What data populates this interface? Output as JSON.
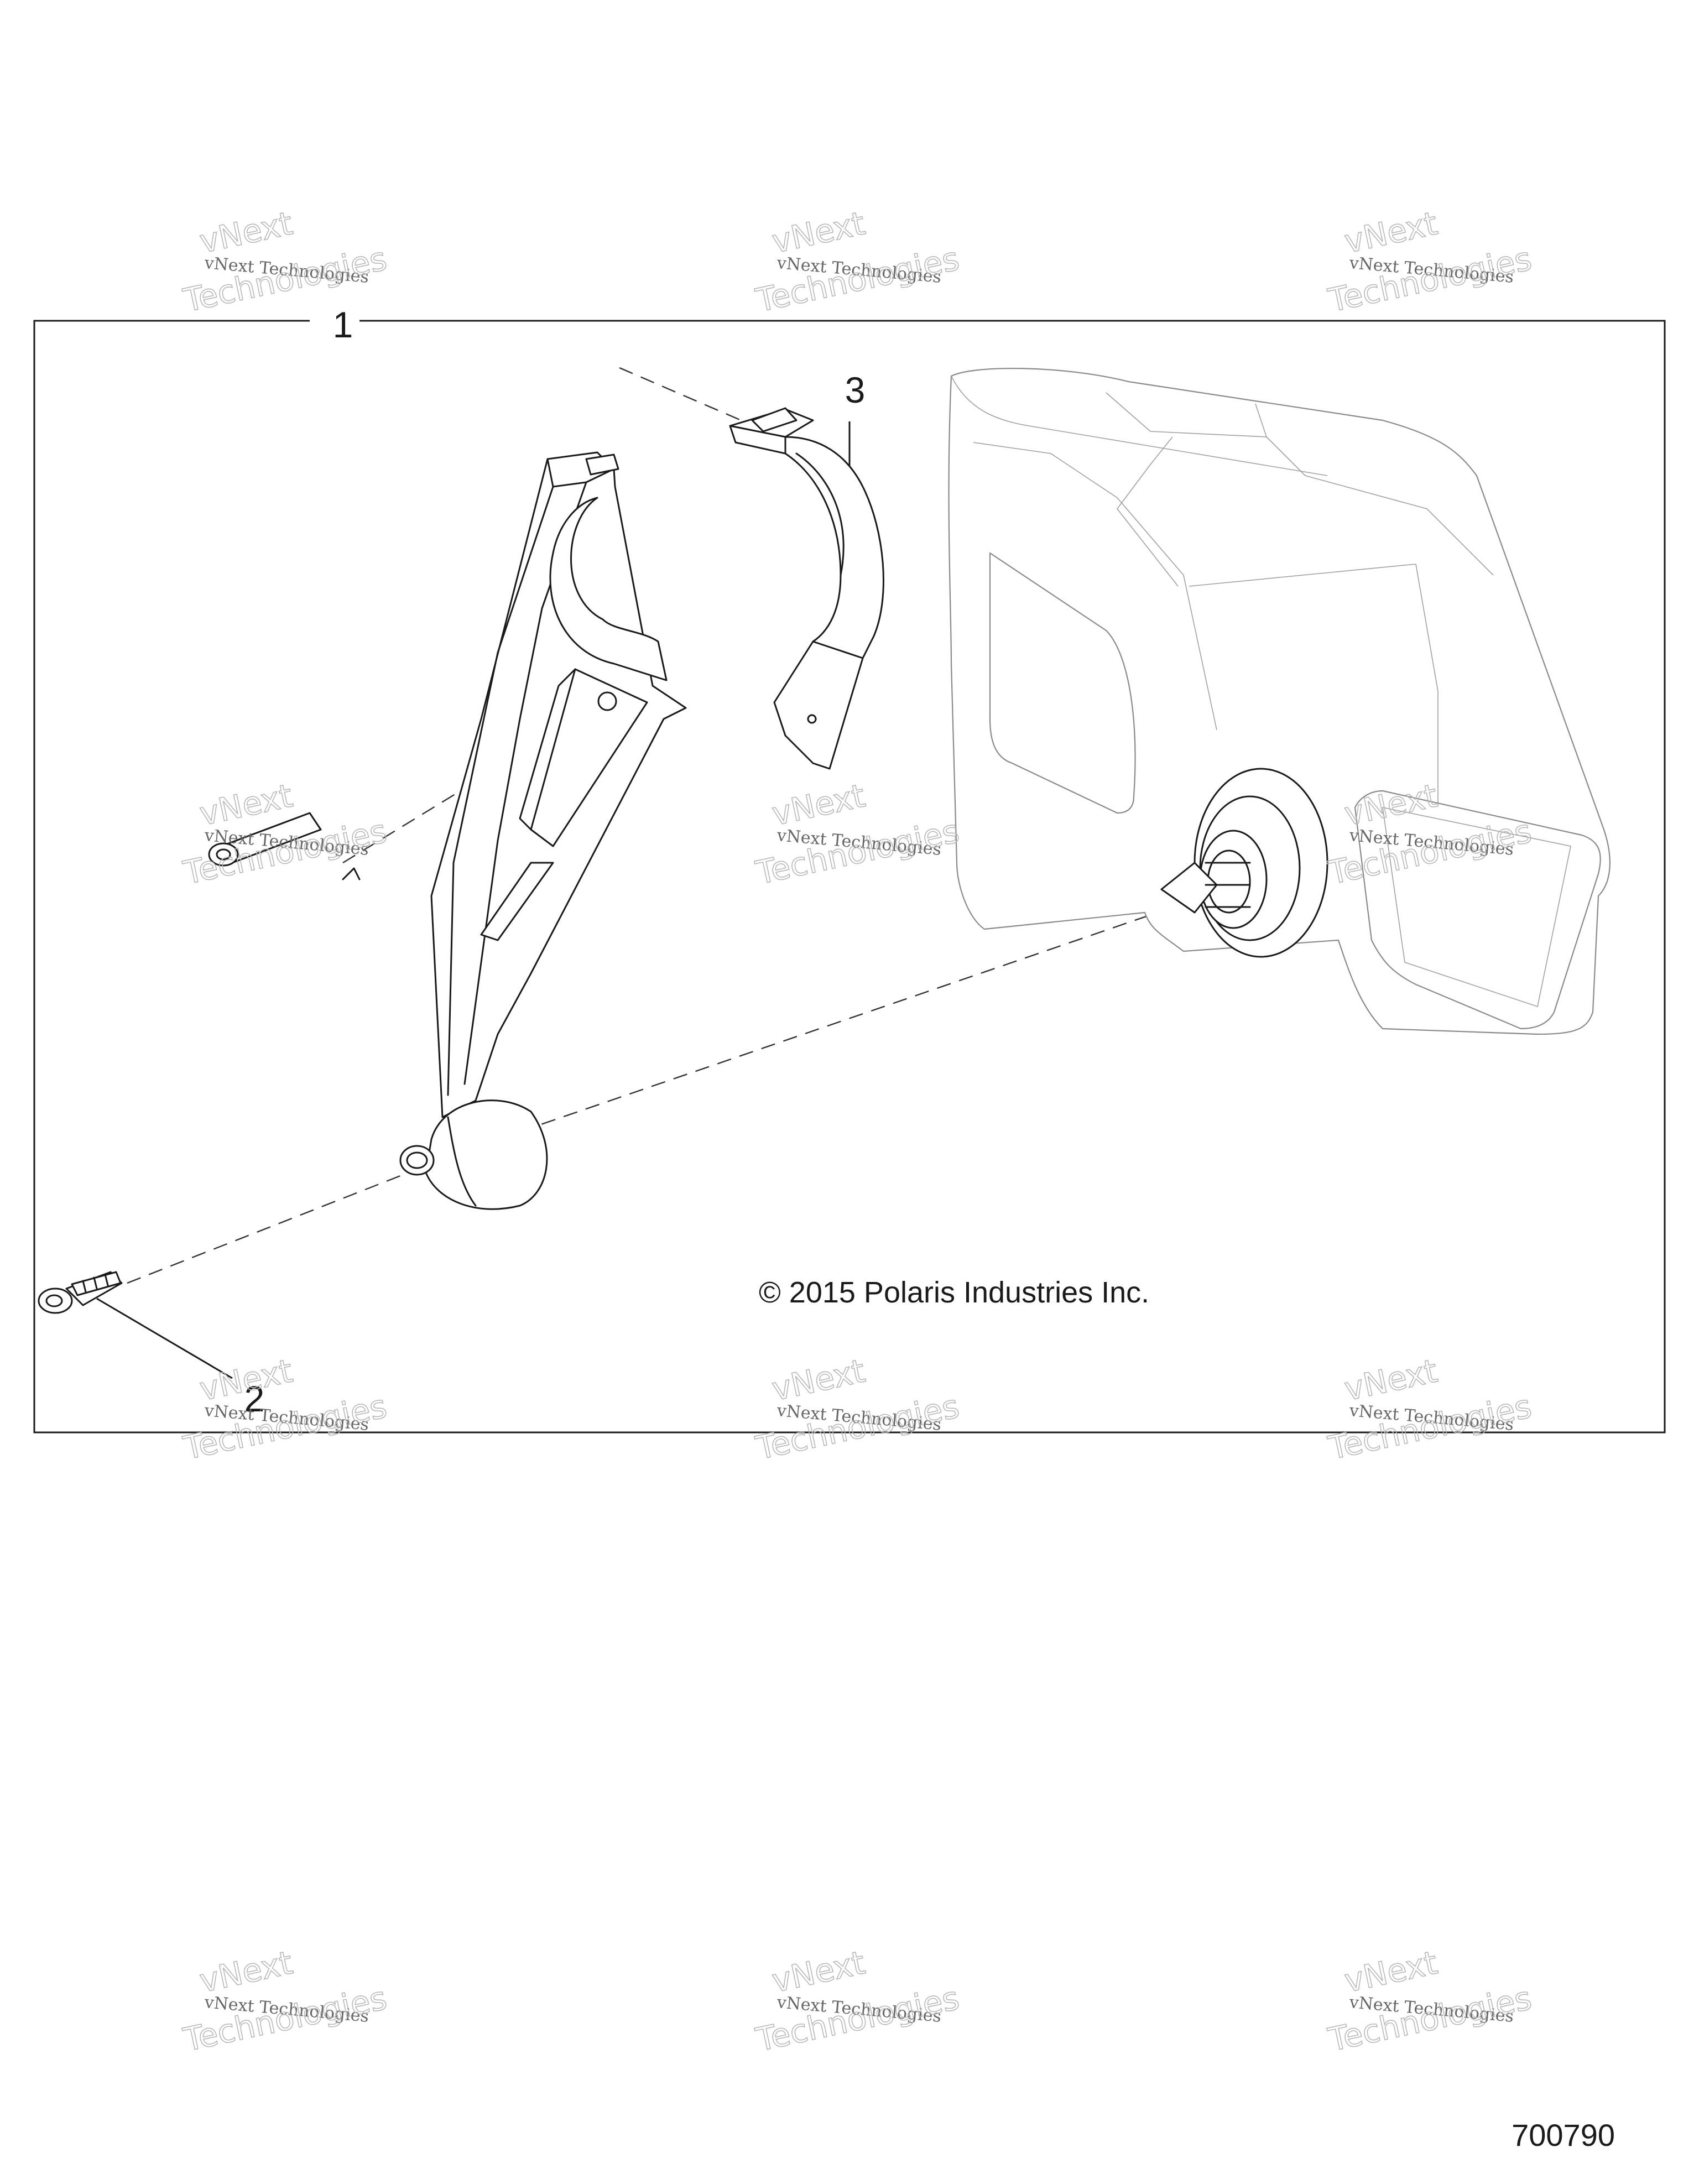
{
  "diagram": {
    "callouts": [
      {
        "id": "1",
        "label": "1"
      },
      {
        "id": "2",
        "label": "2"
      },
      {
        "id": "3",
        "label": "3"
      }
    ],
    "copyright": "© 2015 Polaris Industries Inc.",
    "figure_number": "700790"
  },
  "watermark": {
    "line1": "vNext Technologies",
    "line2": "vNext",
    "line3": "Technologies"
  },
  "colors": {
    "ink": "#1a1a1a",
    "ghost_part": "#8a8a8a",
    "watermark": "#b8b8b8"
  }
}
